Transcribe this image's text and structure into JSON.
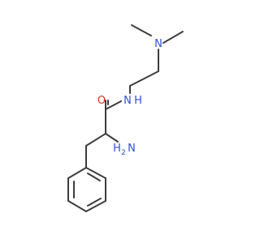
{
  "molecule": {
    "atoms": {
      "n_amine": {
        "symbol": "N",
        "color": "#2f4fd9"
      },
      "o_carbonyl": {
        "symbol": "O",
        "color": "#e0301e"
      },
      "nh_amide": {
        "symbol": "N",
        "suffix": "H",
        "color": "#2f4fd9"
      },
      "nh2": {
        "symbol": "H",
        "subscript": "2",
        "suffix": "N",
        "color": "#2f4fd9"
      }
    }
  },
  "colors": {
    "bond": "#3c3c3c",
    "nitrogen": "#2f4fd9",
    "oxygen": "#e0301e",
    "background": "#ffffff"
  }
}
